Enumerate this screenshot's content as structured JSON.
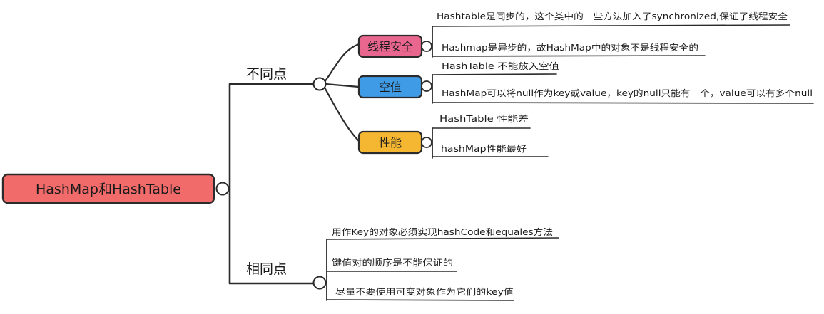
{
  "root": {
    "label": "HashMap和HashTable",
    "color": "#f26b6b"
  },
  "branches": {
    "differences": {
      "label": "不同点",
      "topics": [
        {
          "label": "线程安全",
          "color": "#e9678f",
          "notes": [
            "Hashtable是同步的，这个类中的一些方法加入了synchronized,保证了线程安全",
            "Hashmap是异步的，故HashMap中的对象不是线程安全的"
          ]
        },
        {
          "label": "空值",
          "color": "#3f9be6",
          "notes": [
            "HashTable 不能放入空值",
            "HashMap可以将null作为key或value，key的null只能有一个，value可以有多个null"
          ]
        },
        {
          "label": "性能",
          "color": "#f5b731",
          "notes": [
            "HashTable 性能差",
            "hashMap性能最好"
          ]
        }
      ]
    },
    "similarities": {
      "label": "相同点",
      "notes": [
        "用作Key的对象必须实现hashCode和equales方法",
        "键值对的顺序是不能保证的",
        "尽量不要使用可变对象作为它们的key值"
      ]
    }
  }
}
